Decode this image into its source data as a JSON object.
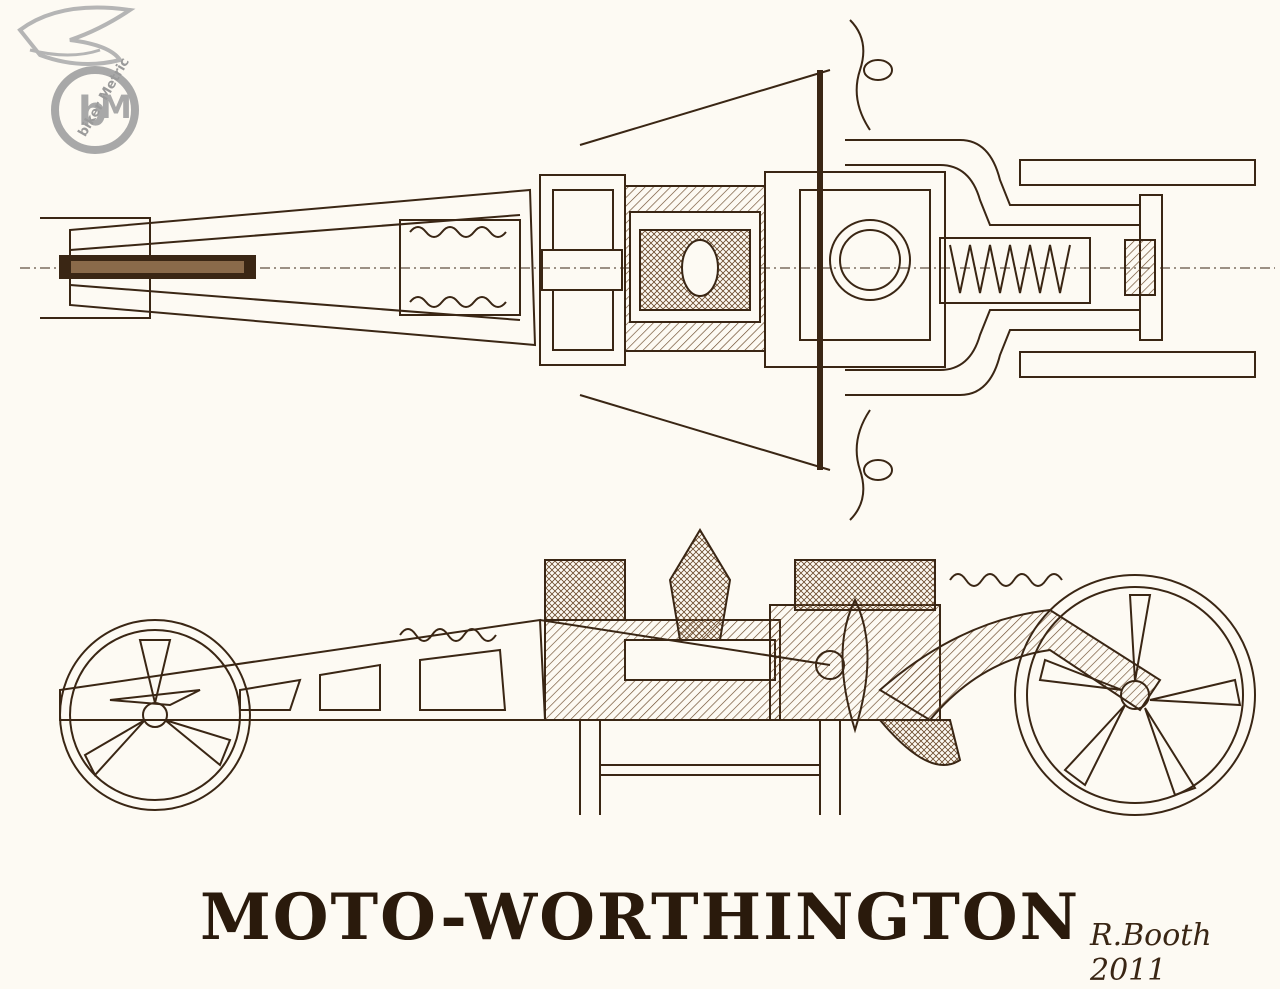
{
  "drawing": {
    "title": "MOTO-WORTHINGTON",
    "signature": "R.Booth 2011"
  },
  "watermark": {
    "brand": "biker Metric",
    "logo": "winged-bm-logo"
  },
  "colors": {
    "ink": "#3a2614",
    "paper": "#fdfaf3",
    "hatch": "#6b4a2b"
  }
}
